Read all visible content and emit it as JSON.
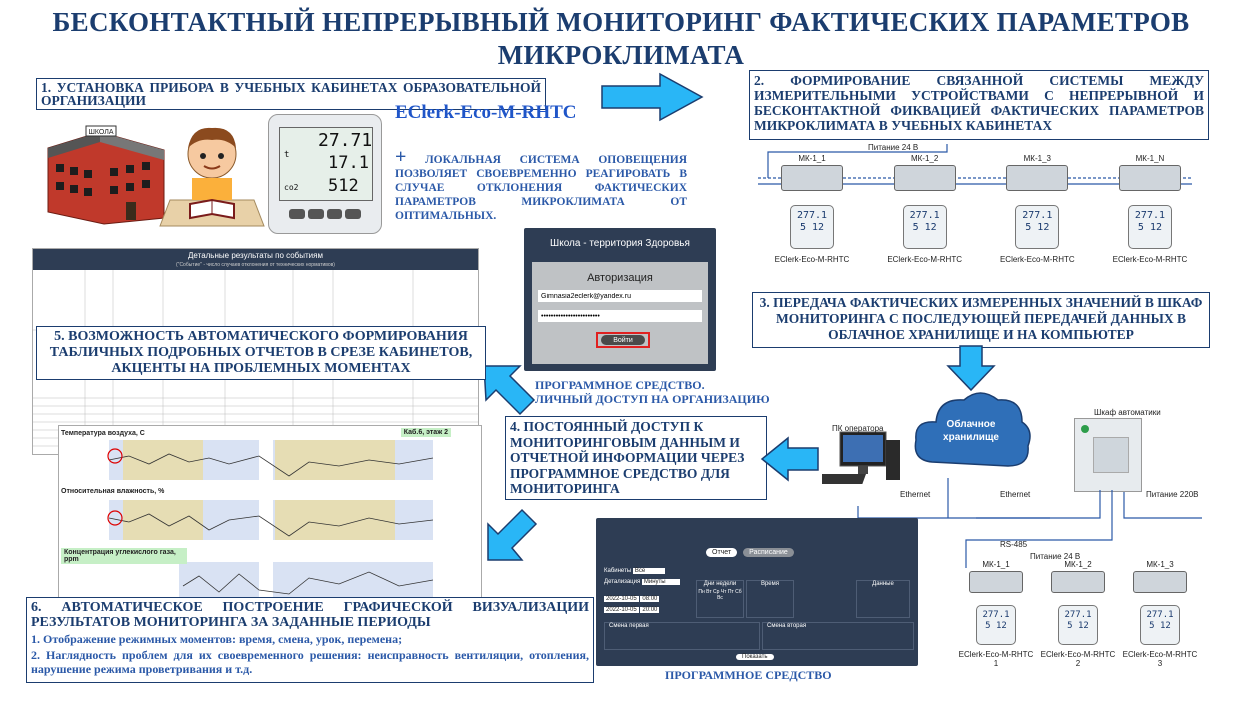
{
  "title": "БЕСКОНТАКТНЫЙ НЕПРЕРЫВНЫЙ МОНИТОРИНГ ФАКТИЧЕСКИХ ПАРАМЕТРОВ МИКРОКЛИМАТА",
  "section1": {
    "label": "1. УСТАНОВКА ПРИБОРА В УЧЕБНЫХ КАБИНЕТАХ ОБРАЗОВАТЕЛЬНОЙ ОРГАНИЗАЦИИ",
    "model": "EClerk-Eco-M-RHTC",
    "school_sign": "ШКОЛА"
  },
  "device_display": {
    "temp": "27.71",
    "hum": "17.1",
    "co2_label": "co2",
    "co2": "512",
    "t_label": "t"
  },
  "note": {
    "plus": "+",
    "text": "ЛОКАЛЬНАЯ СИСТЕМА ОПОВЕЩЕНИЯ ПОЗВОЛЯЕТ СВОЕВРЕМЕННО РЕАГИРОВАТЬ В СЛУЧАЕ ОТКЛОНЕНИЯ ФАКТИЧЕСКИХ ПАРАМЕТРОВ МИКРОКЛИМАТА ОТ ОПТИМАЛЬНЫХ."
  },
  "section2": {
    "label": "2. ФОРМИРОВАНИЕ СВЯЗАННОЙ СИСТЕМЫ МЕЖДУ ИЗМЕРИТЕЛЬНЫМИ УСТРОЙСТВАМИ С НЕПРЕРЫВНОЙ И БЕСКОНТАКТНОЙ ФИКВАЦИЕЙ ФАКТИЧЕСКИХ ПАРАМЕТРОВ МИКРОКЛИМАТА В УЧЕБНЫХ КАБИНЕТАХ"
  },
  "top_chain": {
    "power": "Питание 24 В",
    "modules": [
      "МК-1_1",
      "МК-1_2",
      "МК-1_3",
      "МК-1_N"
    ],
    "devices": [
      "EClerk-Eco-M-RHTC",
      "EClerk-Eco-M-RHTC",
      "EClerk-Eco-M-RHTC",
      "EClerk-Eco-M-RHTC"
    ],
    "screen_top": "277.1",
    "screen_bottom": "5 12"
  },
  "section3": {
    "label": "3. ПЕРЕДАЧА ФАКТИЧЕСКИХ ИЗМЕРЕННЫХ ЗНАЧЕНИЙ В ШКАФ МОНИТОРИНГА С ПОСЛЕДУЮЩЕЙ ПЕРЕДАЧЕЙ ДАННЫХ В ОБЛАЧНОЕ ХРАНИЛИЩЕ И НА КОМПЬЮТЕР"
  },
  "login": {
    "title": "Школа - территория Здоровья",
    "auth": "Авторизация",
    "email": "Gimnasia2eclerk@yandex.ru",
    "password": "••••••••••••••••••••••••",
    "button": "Войти"
  },
  "program_note": {
    "line1": "ПРОГРАММНОЕ СРЕДСТВО.",
    "line2": "ЛИЧНЫЙ ДОСТУП НА ОРГАНИЗАЦИЮ"
  },
  "section4": {
    "label": "4. ПОСТОЯННЫЙ ДОСТУП К МОНИТОРИНГОВЫМ ДАННЫМ И ОТЧЕТНОЙ ИНФОРМАЦИИ ЧЕРЕЗ ПРОГРАММНОЕ СРЕДСТВО ДЛЯ МОНИТОРИНГА"
  },
  "network": {
    "pc": "ПК оператора",
    "cloud_line1": "Облачное",
    "cloud_line2": "хранилище",
    "cabinet": "Шкаф автоматики",
    "eth1": "Ethernet",
    "eth2": "Ethernet",
    "power220": "Питание 220В",
    "rs485": "RS-485",
    "power24": "Питание 24 В"
  },
  "bottom_chain": {
    "modules": [
      "МК-1_1",
      "МК-1_2",
      "МК-1_3"
    ],
    "devices": [
      "EClerk-Eco-M-RHTC",
      "EClerk-Eco-M-RHTC",
      "EClerk-Eco-M-RHTC"
    ],
    "numbers": [
      "1",
      "2",
      "3"
    ]
  },
  "section5": {
    "label": "5. ВОЗМОЖНОСТЬ АВТОМАТИЧЕСКОГО ФОРМИРОВАНИЯ ТАБЛИЧНЫХ ПОДРОБНЫХ ОТЧЕТОВ В СРЕЗЕ КАБИНЕТОВ, АКЦЕНТЫ НА ПРОБЛЕМНЫХ МОМЕНТАХ"
  },
  "report": {
    "title": "Детальные результаты по событиям",
    "subtitle": "(\"Событие\" - число случаев отклонения от технических нормативов)"
  },
  "charts": {
    "temp": "Температура воздуха, С",
    "hum": "Относительная влажность, %",
    "co2": "Концентрация углекислого газа, ppm",
    "room": "Каб.6, этаж 2"
  },
  "section6": {
    "heading": "6. АВТОМАТИЧЕСКОЕ ПОСТРОЕНИЕ ГРАФИЧЕСКОЙ ВИЗУАЛИЗАЦИИ РЕЗУЛЬТАТОВ МОНИТОРИНГА ЗА ЗАДАННЫЕ ПЕРИОДЫ",
    "p1": "1. Отображение режимных моментов: время, смена, урок, перемена;",
    "p2": "2. Наглядность проблем для их своевременного решения: неисправность вентиляции, отопления, нарушение режима проветривания и т.д."
  },
  "program_label": "ПРОГРАММНОЕ СРЕДСТВО",
  "dashboard": {
    "buttons": [
      "Отчет",
      "Расписание"
    ],
    "show": "Показать",
    "select_labels": [
      "Кабинеты",
      "Детализация"
    ],
    "select_values": [
      "Все",
      "Минуты"
    ],
    "dates": [
      "2022-10-05",
      "2022-10-05"
    ],
    "times": [
      "08:00",
      "20:00"
    ],
    "sections": [
      "Дни недели",
      "Время",
      "Данные",
      "Смена первая",
      "Смена вторая"
    ],
    "days": [
      "Пн",
      "Вт",
      "Ср",
      "Чт",
      "Пт",
      "Сб",
      "Вс"
    ]
  },
  "colors": {
    "accent": "#1b3d6f",
    "arrow": "#29b6f6",
    "text_blue": "#2b59a8",
    "model": "#1f55c8"
  }
}
